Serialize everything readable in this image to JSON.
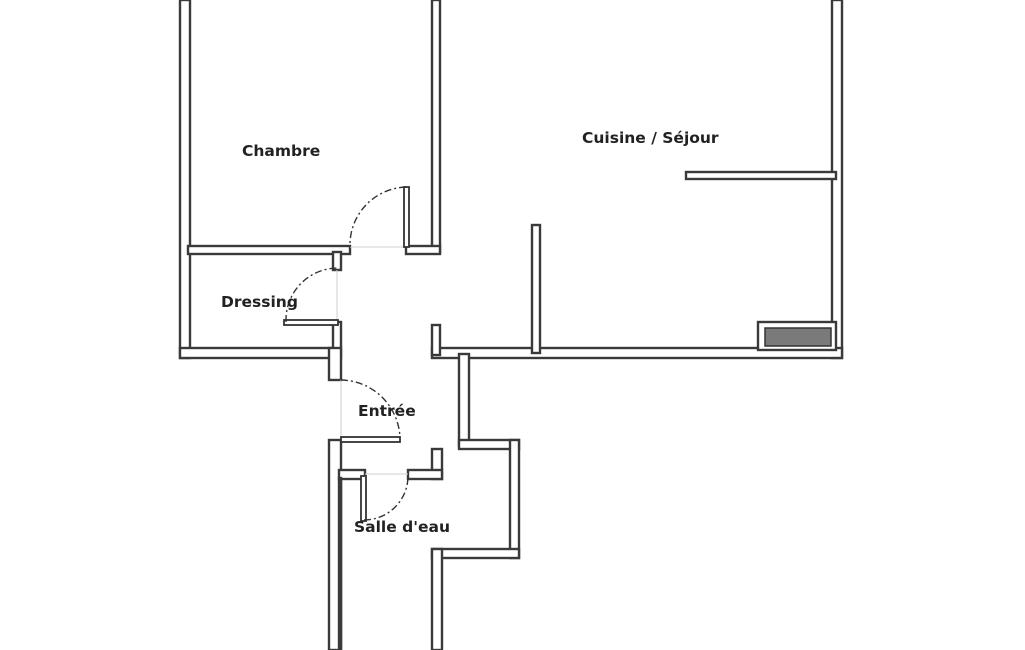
{
  "rooms": {
    "chambre": "Chambre",
    "cuisine_sejour": "Cuisine / Séjour",
    "dressing": "Dressing",
    "entree": "Entrée",
    "salle_eau": "Salle d'eau"
  },
  "colors": {
    "wall_fill": "#ffffff",
    "wall_stroke": "#3a3a3a",
    "background": "#ffffff"
  }
}
